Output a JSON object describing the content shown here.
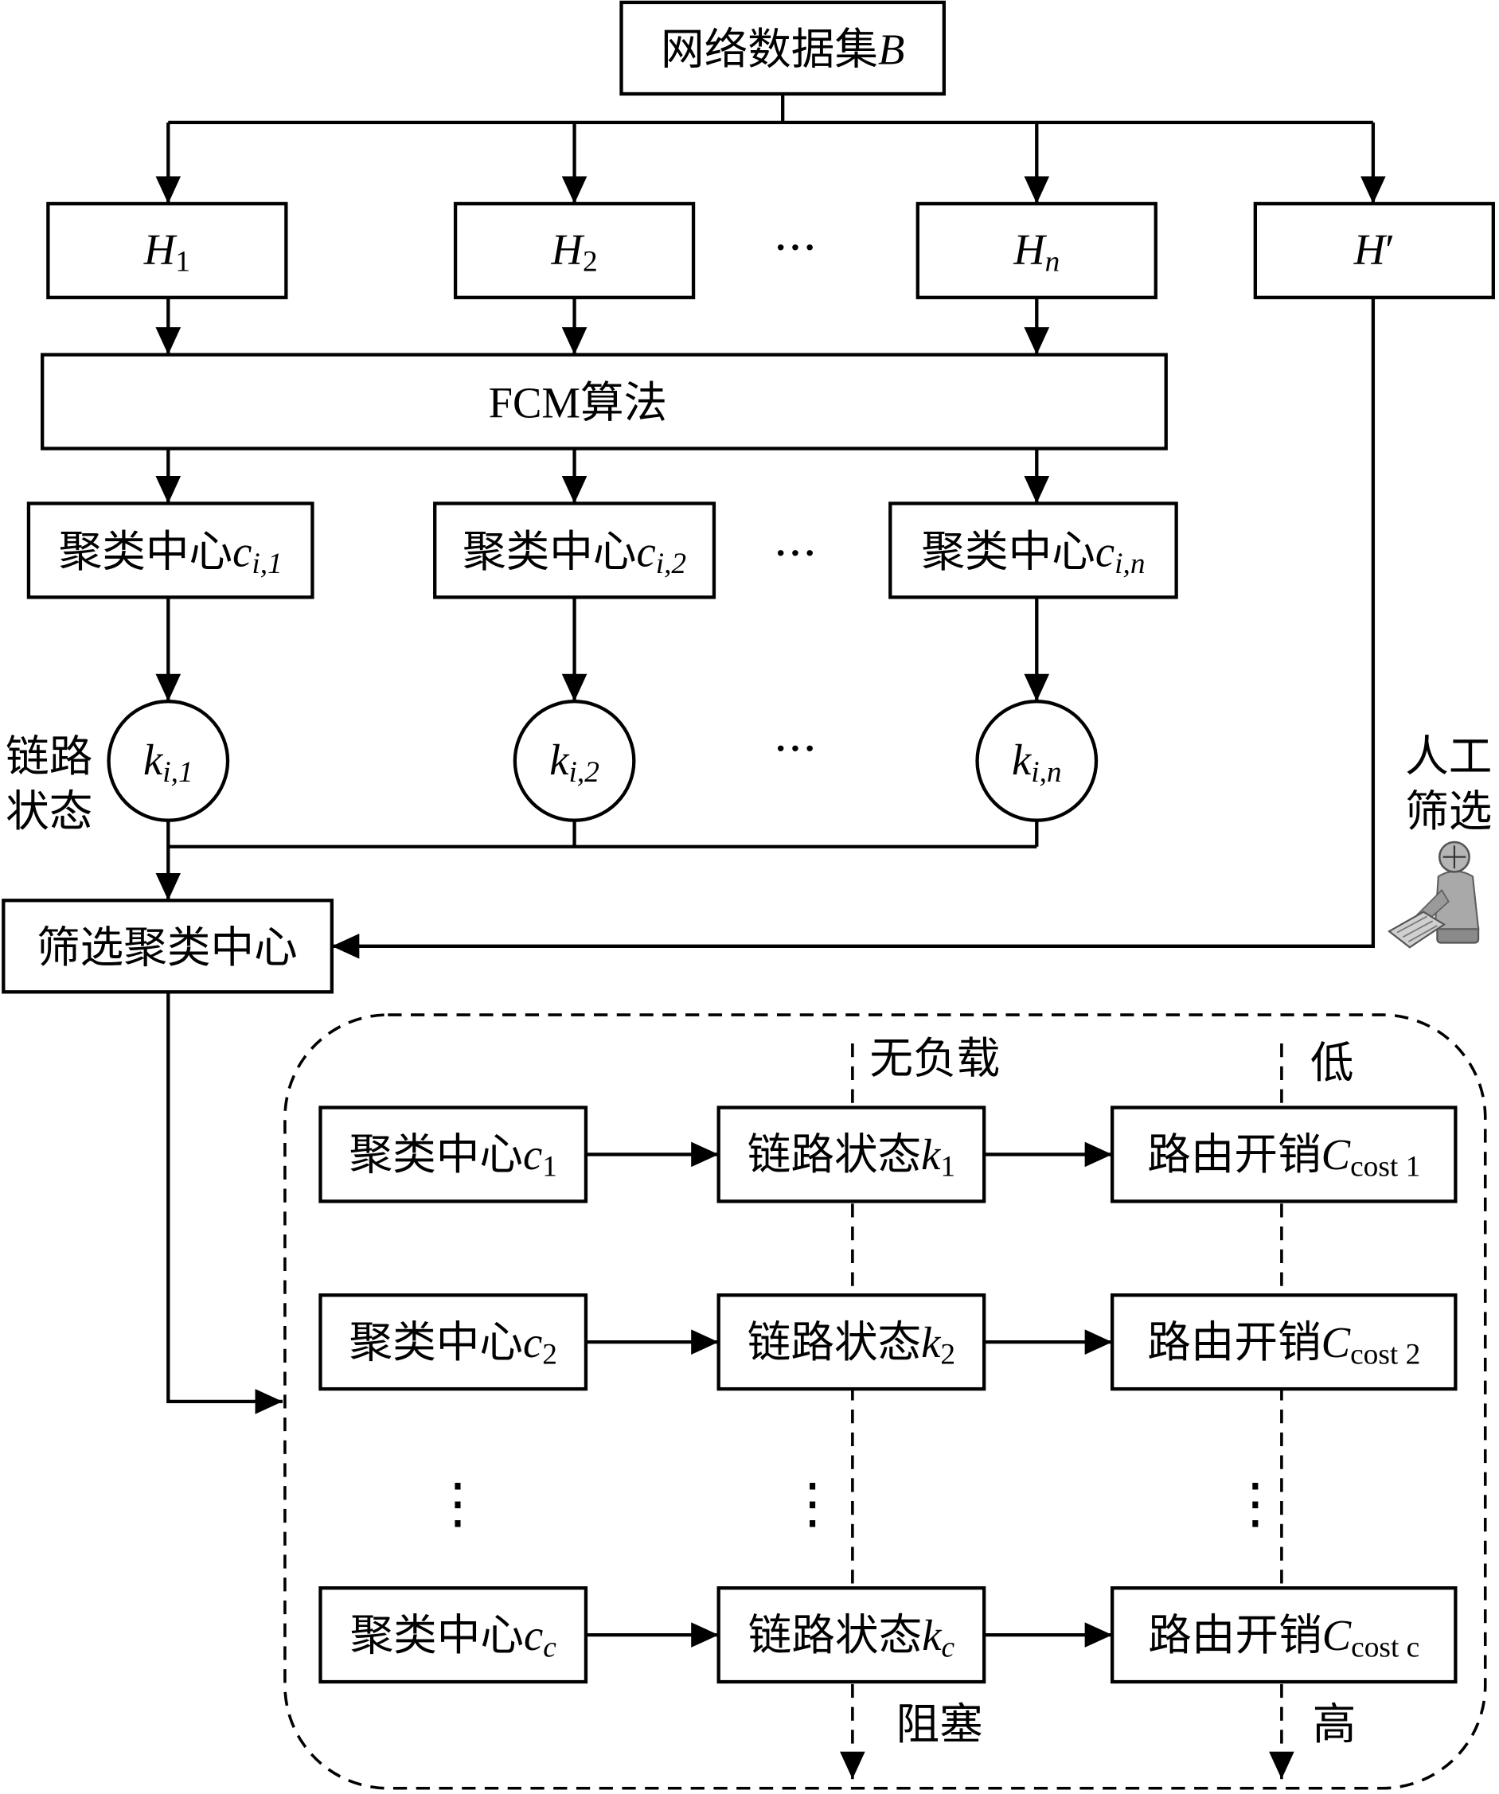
{
  "source": {
    "label": "网络数据集",
    "var": "B"
  },
  "subsets": [
    {
      "var": "H",
      "sub": "1"
    },
    {
      "var": "H",
      "sub": "2"
    },
    {
      "var": "H",
      "sub": "n"
    }
  ],
  "subset_prime": {
    "var": "H",
    "mark": "′"
  },
  "ellipsis": "···",
  "vertical_ellipsis": "⋮",
  "algorithm": "FCM算法",
  "cluster_centers": [
    {
      "label": "聚类中心",
      "var": "c",
      "sub": "i,1"
    },
    {
      "label": "聚类中心",
      "var": "c",
      "sub": "i,2"
    },
    {
      "label": "聚类中心",
      "var": "c",
      "sub": "i,n"
    }
  ],
  "link_states": [
    {
      "var": "k",
      "sub": "i,1"
    },
    {
      "var": "k",
      "sub": "i,2"
    },
    {
      "var": "k",
      "sub": "i,n"
    }
  ],
  "link_state_label": [
    "链路",
    "状态"
  ],
  "manual_label": [
    "人工",
    "筛选"
  ],
  "filter": "筛选聚类中心",
  "load_scale": {
    "top": "无负载",
    "bottom": "阻塞"
  },
  "cost_scale": {
    "top": "低",
    "bottom": "高"
  },
  "rows": [
    {
      "center": {
        "label": "聚类中心",
        "var": "c",
        "sub": "1"
      },
      "state": {
        "label": "链路状态",
        "var": "k",
        "sub": "1"
      },
      "cost": {
        "label": "路由开销",
        "var": "C",
        "sub": "cost 1"
      }
    },
    {
      "center": {
        "label": "聚类中心",
        "var": "c",
        "sub": "2"
      },
      "state": {
        "label": "链路状态",
        "var": "k",
        "sub": "2"
      },
      "cost": {
        "label": "路由开销",
        "var": "C",
        "sub": "cost 2"
      }
    },
    {
      "center": {
        "label": "聚类中心",
        "var": "c",
        "sub": "c"
      },
      "state": {
        "label": "链路状态",
        "var": "k",
        "sub": "c"
      },
      "cost": {
        "label": "路由开销",
        "var": "C",
        "sub": "cost c"
      }
    }
  ],
  "icons": {
    "manual": "person-at-keyboard-icon"
  }
}
